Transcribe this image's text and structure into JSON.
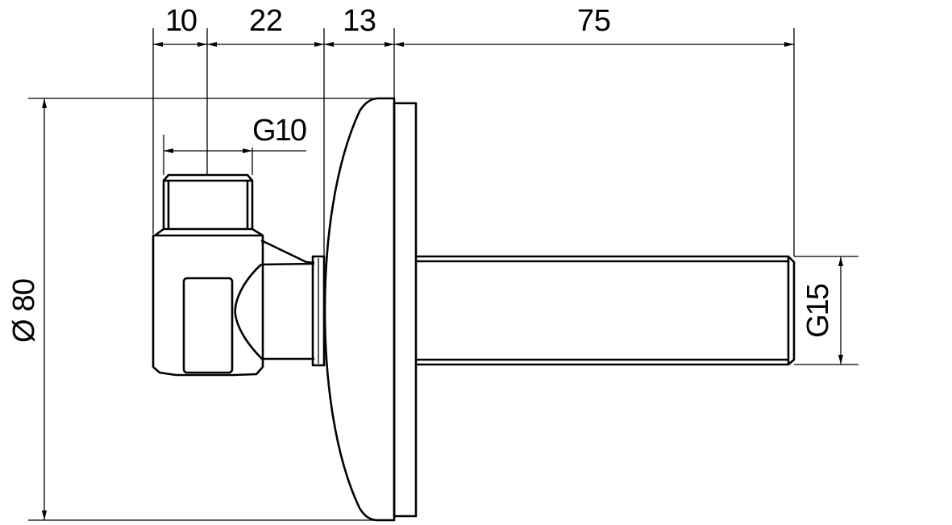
{
  "dimensions": {
    "d1": "10",
    "d2": "22",
    "d3": "13",
    "d4": "75",
    "diameter": "Ø 80",
    "thread_inlet": "G10",
    "thread_outlet": "G15"
  },
  "colors": {
    "line": "#000000",
    "background": "#ffffff"
  }
}
